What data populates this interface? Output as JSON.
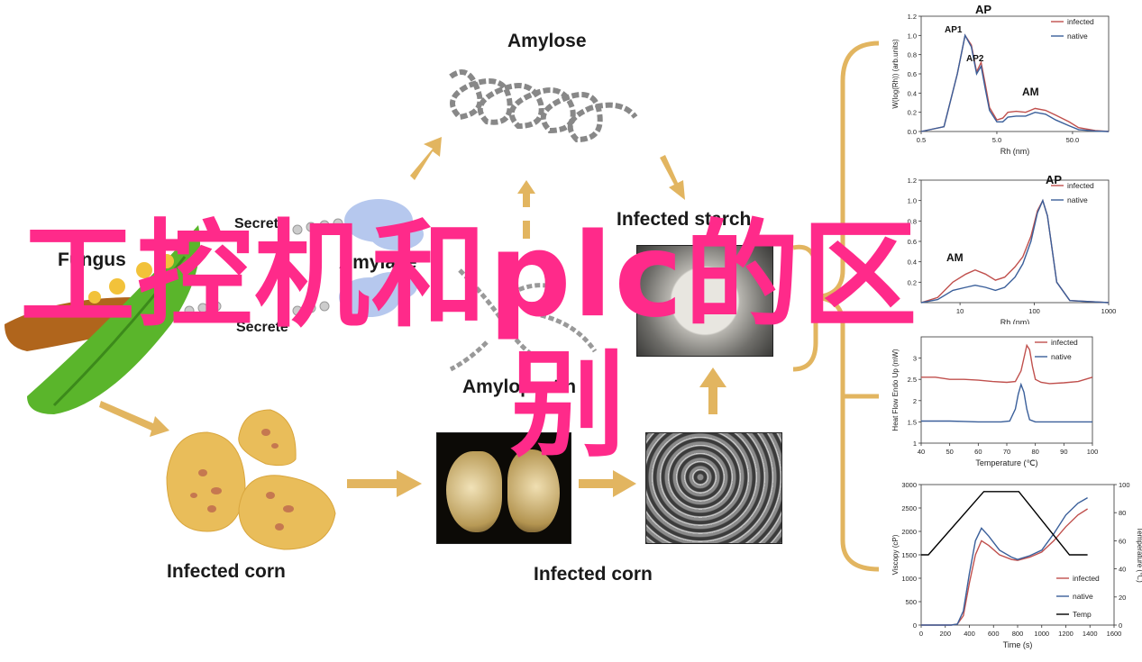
{
  "labels": {
    "fungus": "Fungus",
    "secrete_top": "Secrete",
    "secrete_bottom": "Secrete",
    "amylase": "Amylase",
    "amylose": "Amylose",
    "amylopectin": "Amylopectin",
    "infected_starch": "Infected starch",
    "infected_corn_left": "Infected corn",
    "infected_corn_mid": "Infected corn"
  },
  "overlay": {
    "line1": "工控机和plc的区",
    "line2": "别"
  },
  "colors": {
    "overlay": "#ff2a8a",
    "arrow": "#e2b560",
    "infected": "#c0504d",
    "native": "#3a5f9a",
    "temp": "#000000",
    "bracket": "#e2b560"
  },
  "chart_data": [
    {
      "type": "line",
      "title": "AP",
      "xlabel": "Rh (nm)",
      "ylabel": "W(log(Rh)) (arb.units)",
      "xscale": "log",
      "xticks": [
        "0.5",
        "5.0",
        "50.0"
      ],
      "yticks": [
        "0.0",
        "0.2",
        "0.4",
        "0.6",
        "0.8",
        "1.0",
        "1.2"
      ],
      "xlim": [
        0.5,
        150
      ],
      "ylim": [
        0,
        1.2
      ],
      "annotations": [
        "AP1",
        "AP2",
        "AM"
      ],
      "legend": "top-right",
      "series": [
        {
          "name": "infected",
          "x": [
            0.5,
            1.0,
            1.5,
            1.9,
            2.3,
            2.7,
            3.1,
            3.5,
            4.0,
            5,
            6,
            7,
            9,
            12,
            16,
            22,
            30,
            45,
            60,
            100,
            150
          ],
          "y": [
            0,
            0.05,
            0.6,
            1.0,
            0.9,
            0.62,
            0.72,
            0.5,
            0.25,
            0.12,
            0.14,
            0.2,
            0.21,
            0.2,
            0.24,
            0.22,
            0.17,
            0.1,
            0.04,
            0.01,
            0
          ]
        },
        {
          "name": "native",
          "x": [
            0.5,
            1.0,
            1.5,
            1.9,
            2.3,
            2.7,
            3.1,
            3.5,
            4.0,
            5,
            6,
            7,
            9,
            12,
            16,
            22,
            30,
            45,
            60,
            100,
            150
          ],
          "y": [
            0,
            0.05,
            0.6,
            1.0,
            0.88,
            0.6,
            0.68,
            0.45,
            0.22,
            0.1,
            0.1,
            0.15,
            0.16,
            0.16,
            0.2,
            0.18,
            0.12,
            0.06,
            0.02,
            0.005,
            0
          ]
        }
      ]
    },
    {
      "type": "line",
      "title": "AP",
      "xlabel": "Rh (nm)",
      "xscale": "log",
      "xticks": [
        "10",
        "100",
        "1000"
      ],
      "yticks": [
        "0.2",
        "0.4",
        "0.6",
        "0.8",
        "1.0",
        "1.2"
      ],
      "xlim": [
        3,
        1000
      ],
      "ylim": [
        0,
        1.2
      ],
      "annotations": [
        "AM"
      ],
      "legend": "top-right",
      "series": [
        {
          "name": "infected",
          "x": [
            3,
            5,
            8,
            12,
            16,
            22,
            30,
            40,
            55,
            70,
            90,
            110,
            130,
            150,
            200,
            300,
            1000
          ],
          "y": [
            0,
            0.05,
            0.2,
            0.28,
            0.32,
            0.28,
            0.22,
            0.25,
            0.35,
            0.45,
            0.65,
            0.9,
            1.0,
            0.85,
            0.2,
            0.02,
            0
          ]
        },
        {
          "name": "native",
          "x": [
            3,
            5,
            8,
            12,
            16,
            22,
            30,
            40,
            55,
            70,
            90,
            110,
            130,
            150,
            200,
            300,
            1000
          ],
          "y": [
            0,
            0.03,
            0.12,
            0.15,
            0.17,
            0.15,
            0.12,
            0.15,
            0.25,
            0.38,
            0.6,
            0.88,
            1.0,
            0.85,
            0.2,
            0.02,
            0
          ]
        }
      ]
    },
    {
      "type": "line",
      "xlabel": "Temperature (℃)",
      "ylabel": "Heat Flow Endo Up (mW)",
      "xticks": [
        "40",
        "50",
        "60",
        "70",
        "80",
        "90",
        "100"
      ],
      "yticks": [
        "1",
        "1.5",
        "2",
        "2.5",
        "3"
      ],
      "xlim": [
        40,
        100
      ],
      "ylim": [
        1,
        3.5
      ],
      "legend": "top-right",
      "series": [
        {
          "name": "infected",
          "x": [
            40,
            45,
            50,
            55,
            60,
            65,
            70,
            73,
            75,
            76,
            77,
            78,
            79,
            80,
            82,
            85,
            90,
            95,
            100
          ],
          "y": [
            2.55,
            2.55,
            2.5,
            2.5,
            2.48,
            2.45,
            2.43,
            2.45,
            2.7,
            3.0,
            3.3,
            3.2,
            2.8,
            2.5,
            2.43,
            2.4,
            2.42,
            2.45,
            2.55
          ]
        },
        {
          "name": "native",
          "x": [
            40,
            45,
            50,
            55,
            60,
            65,
            68,
            71,
            73,
            74,
            75,
            76,
            77,
            78,
            80,
            85,
            90,
            95,
            100
          ],
          "y": [
            1.52,
            1.52,
            1.52,
            1.51,
            1.5,
            1.5,
            1.5,
            1.52,
            1.8,
            2.15,
            2.38,
            2.2,
            1.8,
            1.55,
            1.5,
            1.5,
            1.5,
            1.5,
            1.5
          ]
        }
      ]
    },
    {
      "type": "line",
      "xlabel": "Time (s)",
      "ylabel": "Viscopy (cP)",
      "y2label": "Temperature (℃)",
      "xticks": [
        "0",
        "200",
        "400",
        "600",
        "800",
        "1000",
        "1200",
        "1400",
        "1600"
      ],
      "yticks": [
        "0",
        "500",
        "1000",
        "1500",
        "2000",
        "2500",
        "3000"
      ],
      "y2ticks": [
        "0",
        "20",
        "40",
        "60",
        "80",
        "100"
      ],
      "xlim": [
        0,
        1600
      ],
      "ylim": [
        0,
        3000
      ],
      "y2lim": [
        0,
        100
      ],
      "legend": "bottom-right",
      "series": [
        {
          "name": "infected",
          "axis": "left",
          "x": [
            0,
            250,
            300,
            350,
            400,
            450,
            500,
            560,
            650,
            750,
            800,
            900,
            1000,
            1100,
            1200,
            1300,
            1380
          ],
          "y": [
            0,
            0,
            20,
            200,
            900,
            1500,
            1800,
            1700,
            1500,
            1400,
            1380,
            1450,
            1560,
            1800,
            2100,
            2350,
            2480
          ]
        },
        {
          "name": "native",
          "axis": "left",
          "x": [
            0,
            250,
            300,
            350,
            400,
            450,
            500,
            560,
            650,
            750,
            800,
            900,
            1000,
            1100,
            1200,
            1300,
            1380
          ],
          "y": [
            0,
            0,
            20,
            300,
            1100,
            1800,
            2070,
            1900,
            1600,
            1450,
            1400,
            1480,
            1600,
            1950,
            2350,
            2600,
            2720
          ]
        },
        {
          "name": "Temp",
          "axis": "right",
          "x": [
            0,
            60,
            520,
            810,
            1230,
            1380
          ],
          "y": [
            50,
            50,
            95,
            95,
            50,
            50
          ]
        }
      ]
    }
  ]
}
